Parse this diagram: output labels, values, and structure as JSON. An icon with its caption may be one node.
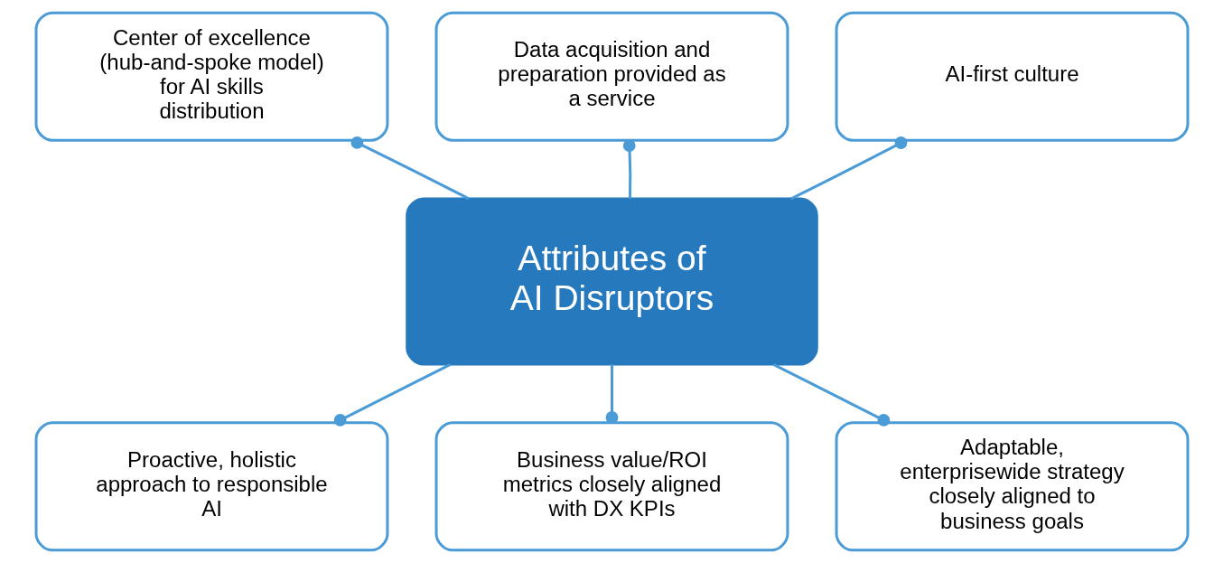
{
  "diagram": {
    "nodes": [
      {
        "text": [
          "Data acquisition and preparation provided as a service"
        ]
      },
      {
        "text": [
          "Center of excellence (hub-and-spoke model) for AI skills distribution"
        ]
      },
      {
        "text": [
          "AI-first culture"
        ]
      },
      {
        "text": [
          "Attributes of AI Disruptors"
        ]
      },
      {
        "text": [
          "Proactive, holistic approach to responsible AI"
        ]
      },
      {
        "text": [
          "Adaptable, enterprisewide strategy closely aligned to business goals"
        ]
      },
      {
        "text": [
          "Business value/ROI metrics closely aligned with DX KPIs"
        ]
      }
    ],
    "edges": [
      {
        "from": 3,
        "to": 0,
        "arrow": "other"
      },
      {
        "from": 3,
        "to": 1,
        "arrow": "other"
      },
      {
        "from": 3,
        "to": 2,
        "arrow": "other"
      },
      {
        "from": 3,
        "to": 4,
        "arrow": "other"
      },
      {
        "from": 3,
        "to": 5,
        "arrow": "other"
      },
      {
        "from": 3,
        "to": 6,
        "arrow": "other"
      }
    ]
  }
}
